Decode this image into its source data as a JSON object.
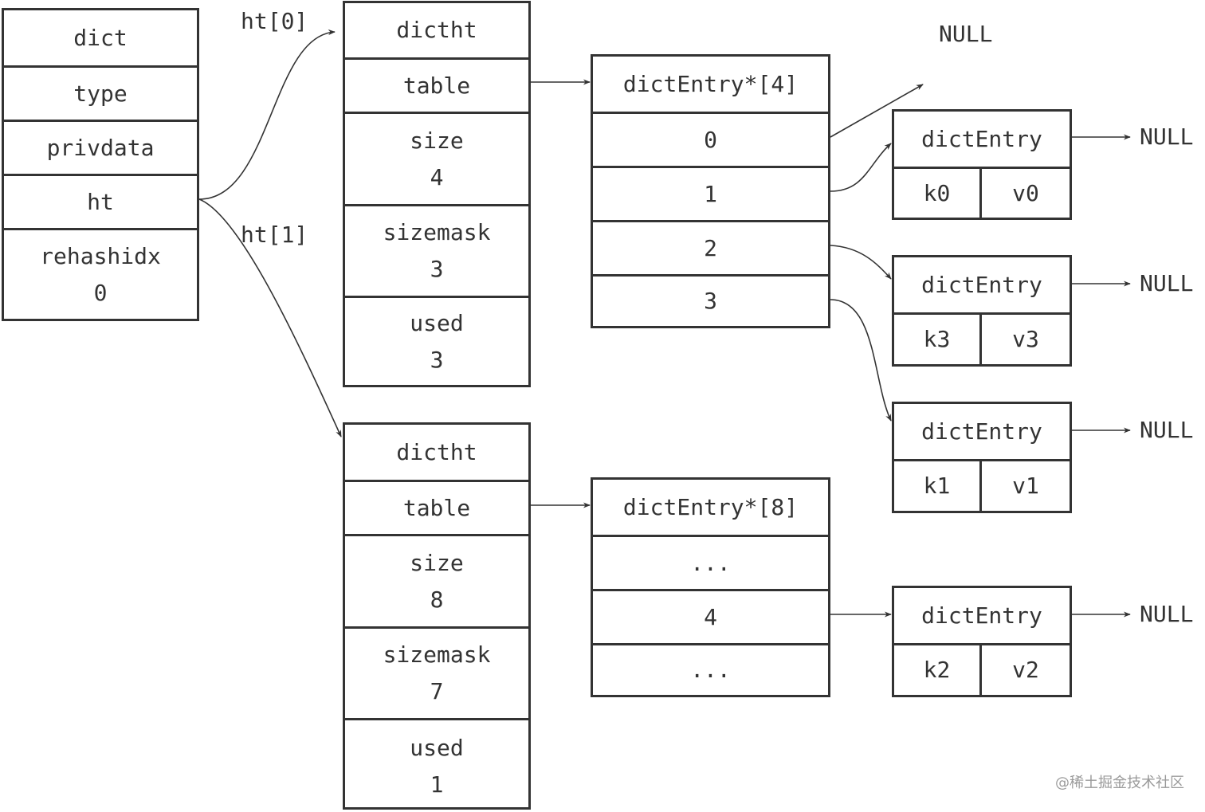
{
  "dict": {
    "title": "dict",
    "fields": [
      "type",
      "privdata",
      "ht"
    ],
    "rehashidx_label": "rehashidx",
    "rehashidx_value": "0"
  },
  "pointer_labels": {
    "ht0": "ht[0]",
    "ht1": "ht[1]"
  },
  "ht0": {
    "title": "dictht",
    "table": "table",
    "size_label": "size",
    "size": "4",
    "sizemask_label": "sizemask",
    "sizemask": "3",
    "used_label": "used",
    "used": "3"
  },
  "ht1": {
    "title": "dictht",
    "table": "table",
    "size_label": "size",
    "size": "8",
    "sizemask_label": "sizemask",
    "sizemask": "7",
    "used_label": "used",
    "used": "1"
  },
  "array0": {
    "title": "dictEntry*[4]",
    "slots": [
      "0",
      "1",
      "2",
      "3"
    ]
  },
  "array1": {
    "title": "dictEntry*[8]",
    "slots": [
      "...",
      "4",
      "..."
    ]
  },
  "entries": [
    {
      "title": "dictEntry",
      "key": "k0",
      "value": "v0"
    },
    {
      "title": "dictEntry",
      "key": "k3",
      "value": "v3"
    },
    {
      "title": "dictEntry",
      "key": "k1",
      "value": "v1"
    },
    {
      "title": "dictEntry",
      "key": "k2",
      "value": "v2"
    }
  ],
  "null_label": "NULL",
  "watermark": "@稀土掘金技术社区"
}
